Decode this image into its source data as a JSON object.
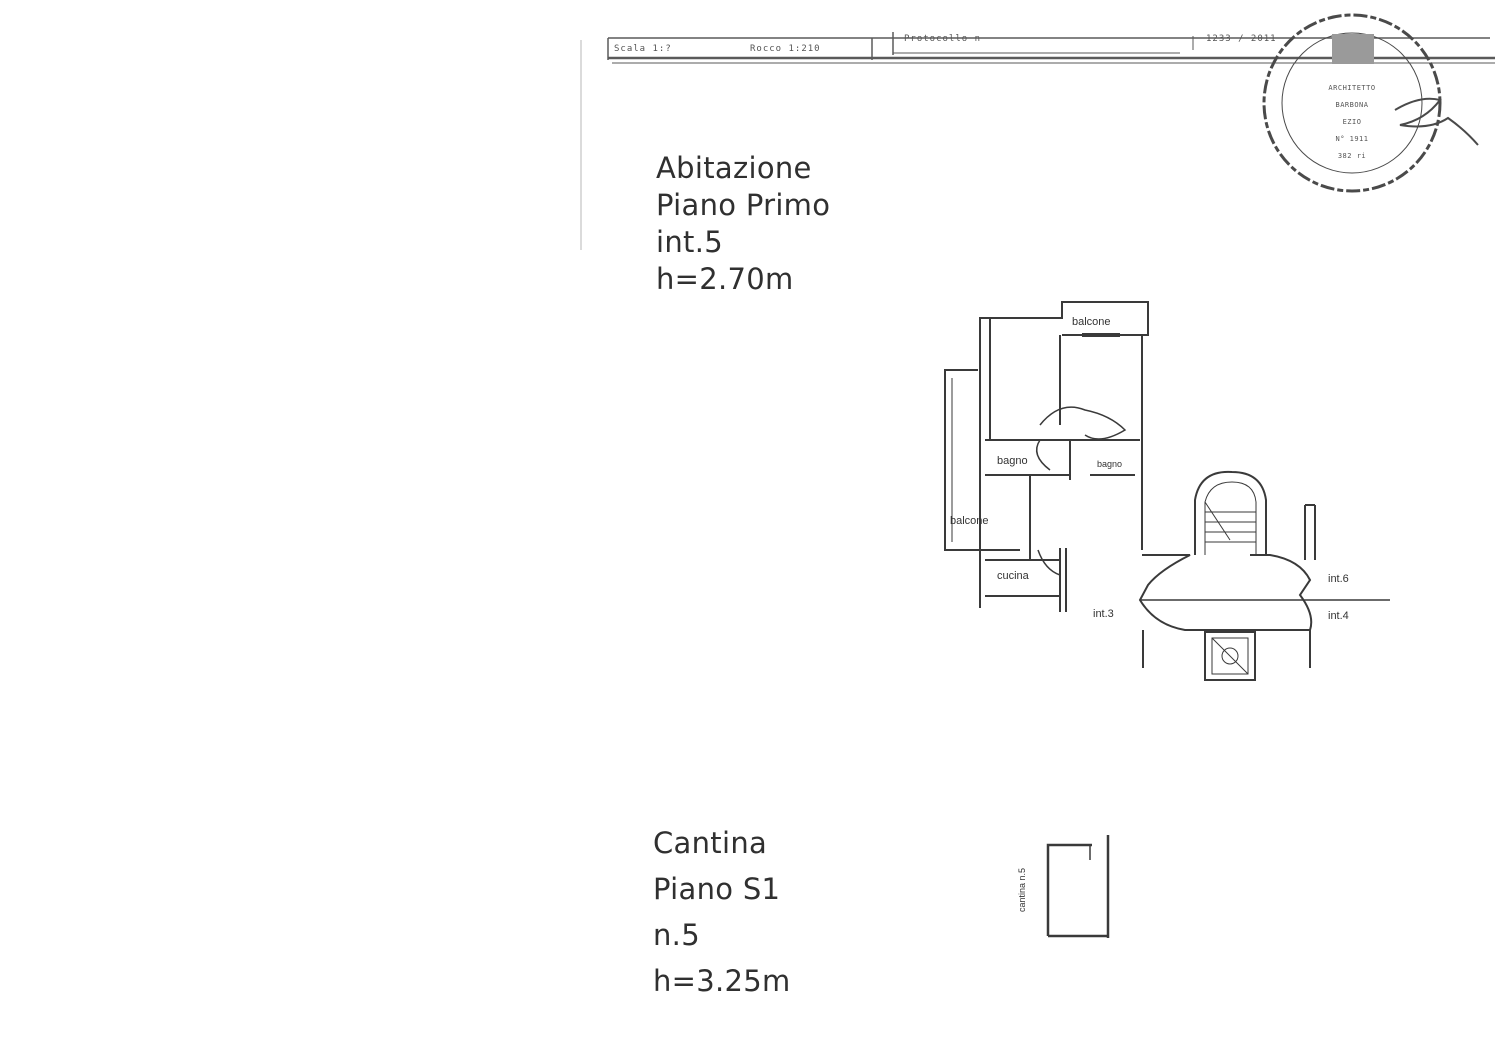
{
  "header": {
    "scale_label": "Scala 1:?",
    "sheet_label": "Rocco 1:210",
    "protocol_label": "Protocollo n",
    "page_label": "1233 / 2011",
    "stamp_lines": [
      "ARCHITETTO",
      "BARBONA",
      "EZIO",
      "N° 1911",
      "382 ri"
    ]
  },
  "dwelling": {
    "lines": [
      "Abitazione",
      "Piano Primo",
      "int.5",
      "h=2.70m"
    ]
  },
  "plan_labels": {
    "balcony_top": "balcone",
    "bathroom_1": "bagno",
    "bathroom_2": "bagno",
    "balcony_left": "balcone",
    "kitchen": "cucina",
    "unit_3": "int.3",
    "unit_6": "int.6",
    "unit_4": "int.4"
  },
  "cellar": {
    "lines": [
      "Cantina",
      "Piano S1",
      "n.5",
      "h=3.25m"
    ],
    "side_label": "cantina n.5"
  },
  "colors": {
    "ink": "#2a2a2a",
    "faint": "#8a8a8a",
    "paper": "#ffffff"
  }
}
